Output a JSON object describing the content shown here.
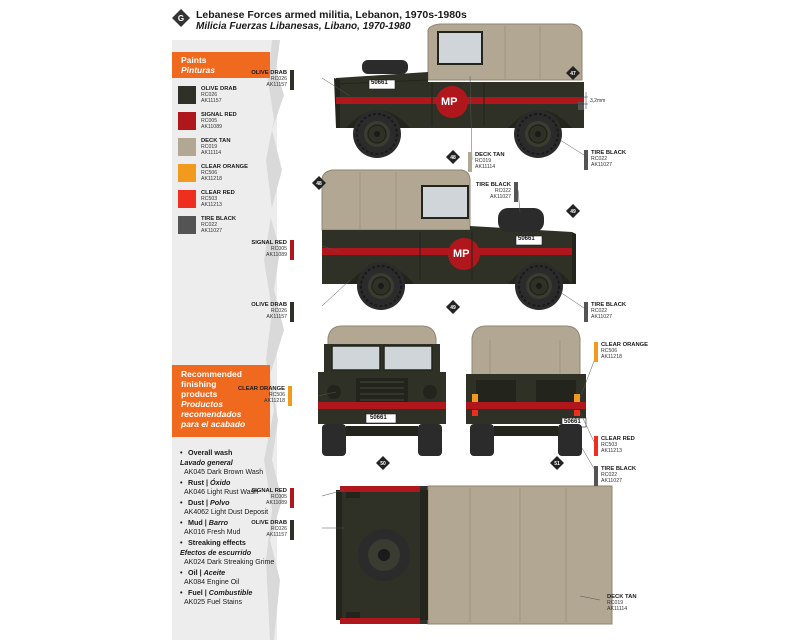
{
  "header": {
    "badge_letter": "G",
    "title": "Lebanese Forces armed militia, Lebanon, 1970s-1980s",
    "subtitle": "Milicia Fuerzas Libanesas, Libano, 1970-1980"
  },
  "paints": {
    "heading_en": "Paints",
    "heading_es": "Pinturas",
    "items": [
      {
        "name": "OLIVE DRAB",
        "code1": "RC026",
        "code2": "AK11157",
        "color": "#2f3126"
      },
      {
        "name": "SIGNAL RED",
        "code1": "RC005",
        "code2": "AK11089",
        "color": "#b0171c"
      },
      {
        "name": "DECK TAN",
        "code1": "RC019",
        "code2": "AK11114",
        "color": "#b2a792"
      },
      {
        "name": "CLEAR ORANGE",
        "code1": "RC506",
        "code2": "AK11218",
        "color": "#f29a1d"
      },
      {
        "name": "CLEAR RED",
        "code1": "RC503",
        "code2": "AK11213",
        "color": "#ee2e1f"
      },
      {
        "name": "TIRE BLACK",
        "code1": "RC022",
        "code2": "AK11027",
        "color": "#545454"
      }
    ]
  },
  "finishing": {
    "heading_en_1": "Recommended",
    "heading_en_2": "finishing",
    "heading_en_3": "products",
    "heading_es_1": "Productos",
    "heading_es_2": "recomendados",
    "heading_es_3": "para el acabado",
    "rows": [
      {
        "kind": "head",
        "en": "Overall wash",
        "es": ""
      },
      {
        "kind": "es",
        "text": "Lavado general"
      },
      {
        "kind": "prod",
        "text": "AK045 Dark Brown Wash"
      },
      {
        "kind": "head",
        "en": "Rust",
        "es": "Óxido"
      },
      {
        "kind": "prod",
        "text": "AK046 Light Rust Wash"
      },
      {
        "kind": "head",
        "en": "Dust",
        "es": "Polvo"
      },
      {
        "kind": "prod",
        "text": "AK4062 Light Dust Deposit"
      },
      {
        "kind": "head",
        "en": "Mud",
        "es": "Barro"
      },
      {
        "kind": "prod",
        "text": "AK016 Fresh Mud"
      },
      {
        "kind": "head",
        "en": "Streaking effects",
        "es": ""
      },
      {
        "kind": "es",
        "text": "Efectos de escurrido"
      },
      {
        "kind": "prod",
        "text": "AK024 Dark Streaking Grime"
      },
      {
        "kind": "head",
        "en": "Oil",
        "es": "Aceite"
      },
      {
        "kind": "prod",
        "text": "AK084 Engine Oil"
      },
      {
        "kind": "head",
        "en": "Fuel",
        "es": "Combustible"
      },
      {
        "kind": "prod",
        "text": "AK025 Fuel Stains"
      }
    ]
  },
  "vehicle": {
    "mp_marking": "MP",
    "plate": "50661",
    "dimension": "3,2mm",
    "colors": {
      "olive": "#2f3126",
      "olive_dark": "#23251c",
      "red": "#b0171c",
      "tan": "#b2a792",
      "tan_dark": "#9b907b",
      "tire": "#2b2b2b",
      "glass": "#cfd5d9"
    }
  },
  "callouts": {
    "side1_olive": {
      "name": "OLIVE DRAB",
      "code1": "RC026",
      "code2": "AK11157"
    },
    "side1_decktan": {
      "name": "DECK TAN",
      "code1": "RC019",
      "code2": "AK11114"
    },
    "side1_tire": {
      "name": "TIRE BLACK",
      "code1": "RC022",
      "code2": "AK11027"
    },
    "side2_tire": {
      "name": "TIRE BLACK",
      "code1": "RC022",
      "code2": "AK11027"
    },
    "side2_red": {
      "name": "SIGNAL RED",
      "code1": "RC005",
      "code2": "AK11089"
    },
    "side2_olive": {
      "name": "OLIVE DRAB",
      "code1": "RC026",
      "code2": "AK11157"
    },
    "side2_tire_low": {
      "name": "TIRE BLACK",
      "code1": "RC022",
      "code2": "AK11027"
    },
    "front_orange": {
      "name": "CLEAR ORANGE",
      "code1": "RC506",
      "code2": "AK11218"
    },
    "rear_orange": {
      "name": "CLEAR ORANGE",
      "code1": "RC506",
      "code2": "AK11218"
    },
    "rear_red": {
      "name": "CLEAR RED",
      "code1": "RC503",
      "code2": "AK11213"
    },
    "rear_tire": {
      "name": "TIRE BLACK",
      "code1": "RC022",
      "code2": "AK11027"
    },
    "top_red": {
      "name": "SIGNAL RED",
      "code1": "RC005",
      "code2": "AK11089"
    },
    "top_olive": {
      "name": "OLIVE DRAB",
      "code1": "RC026",
      "code2": "AK11157"
    },
    "top_decktan": {
      "name": "DECK TAN",
      "code1": "RC019",
      "code2": "AK11114"
    }
  },
  "arrows": {
    "a48_top": "48",
    "a47_top": "47",
    "a48_mid": "48",
    "a49_mid": "49",
    "a49_low": "49",
    "a50": "50",
    "a51": "51"
  }
}
